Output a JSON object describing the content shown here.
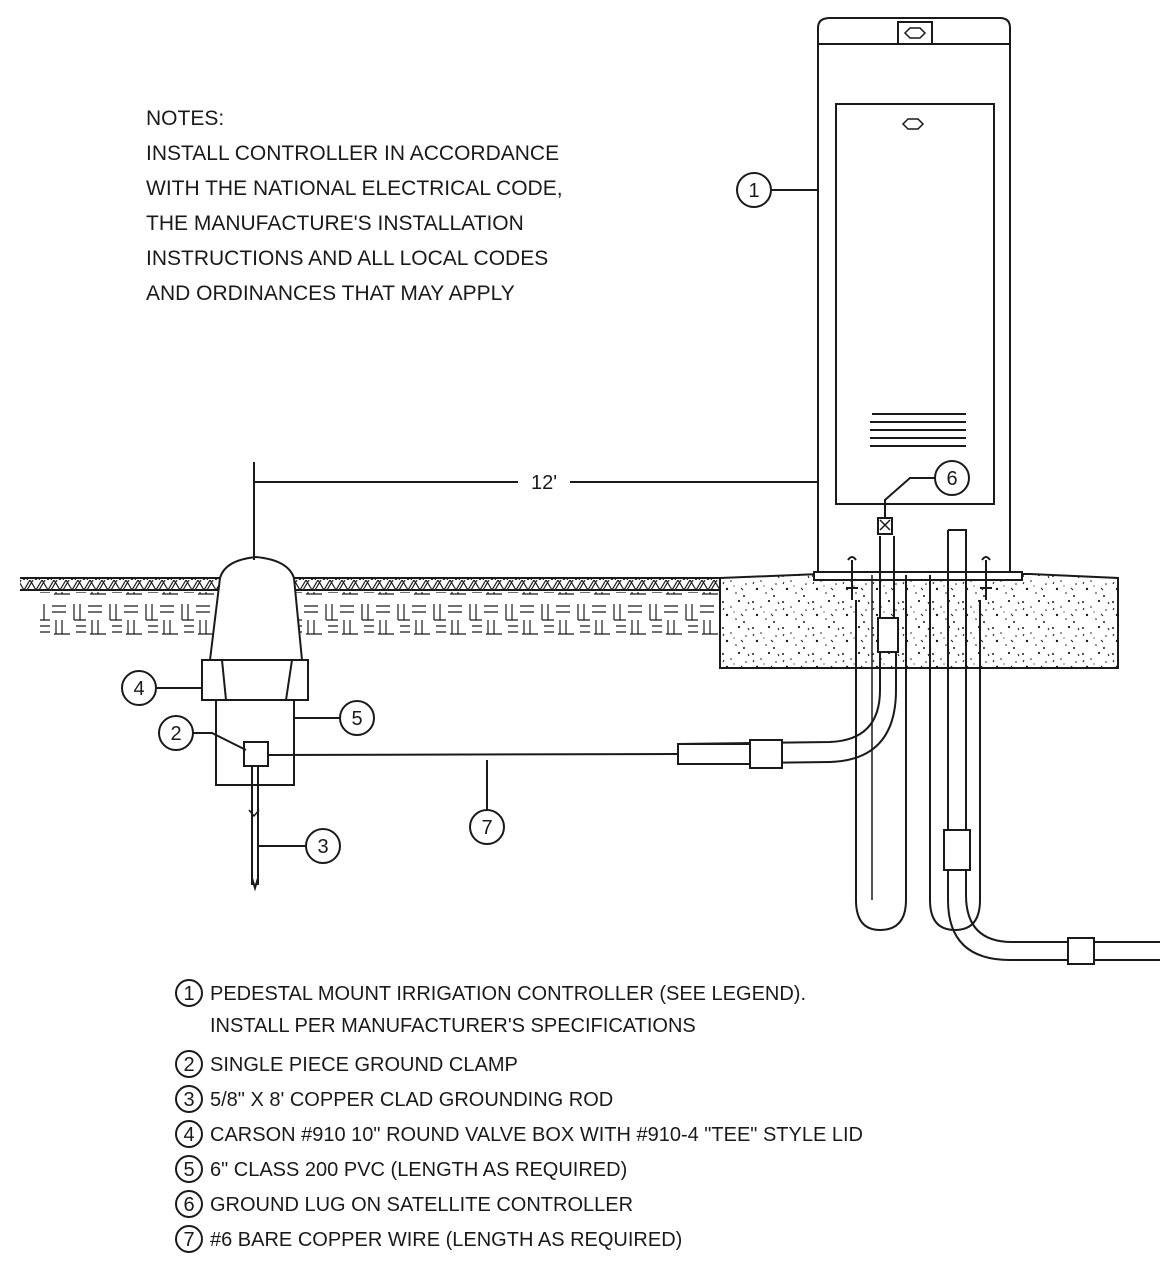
{
  "notes": {
    "heading": "NOTES:",
    "lines": [
      "INSTALL CONTROLLER IN ACCORDANCE",
      "WITH THE NATIONAL ELECTRICAL CODE,",
      "THE MANUFACTURE'S INSTALLATION",
      "INSTRUCTIONS AND ALL LOCAL CODES",
      "AND ORDINANCES THAT MAY APPLY"
    ]
  },
  "dimension": {
    "label": "12'"
  },
  "callouts": [
    "1",
    "2",
    "3",
    "4",
    "5",
    "6",
    "7"
  ],
  "legend": [
    {
      "num": "1",
      "lines": [
        "PEDESTAL MOUNT IRRIGATION CONTROLLER (SEE LEGEND).",
        "INSTALL PER MANUFACTURER'S SPECIFICATIONS"
      ]
    },
    {
      "num": "2",
      "lines": [
        "SINGLE PIECE GROUND CLAMP"
      ]
    },
    {
      "num": "3",
      "lines": [
        "5/8\" X 8' COPPER CLAD GROUNDING ROD"
      ]
    },
    {
      "num": "4",
      "lines": [
        "CARSON #910 10\" ROUND VALVE BOX WITH #910-4 \"TEE\" STYLE LID"
      ]
    },
    {
      "num": "5",
      "lines": [
        "6\" CLASS 200 PVC (LENGTH AS REQUIRED)"
      ]
    },
    {
      "num": "6",
      "lines": [
        "GROUND LUG ON SATELLITE CONTROLLER"
      ]
    },
    {
      "num": "7",
      "lines": [
        "#6 BARE COPPER WIRE (LENGTH AS REQUIRED)"
      ]
    }
  ]
}
